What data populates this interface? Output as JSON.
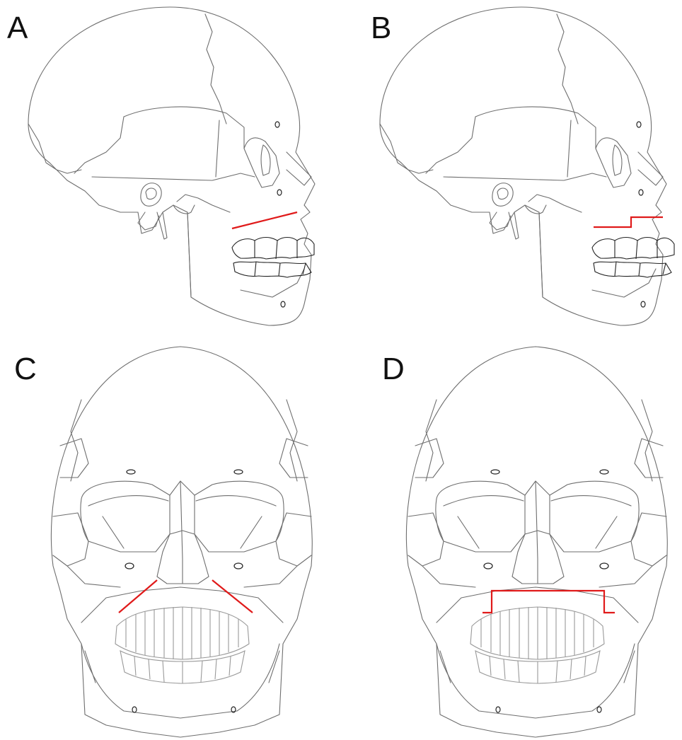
{
  "panels": [
    {
      "id": "A",
      "label": "A",
      "view": "lateral",
      "osteotomy": "straight"
    },
    {
      "id": "B",
      "label": "B",
      "view": "lateral",
      "osteotomy": "stepped"
    },
    {
      "id": "C",
      "label": "C",
      "view": "frontal",
      "osteotomy": "straight"
    },
    {
      "id": "D",
      "label": "D",
      "view": "frontal",
      "osteotomy": "stepped"
    }
  ],
  "colors": {
    "outline": "#6e6e6e",
    "cut_line": "#e01a1a",
    "label": "#111111"
  }
}
